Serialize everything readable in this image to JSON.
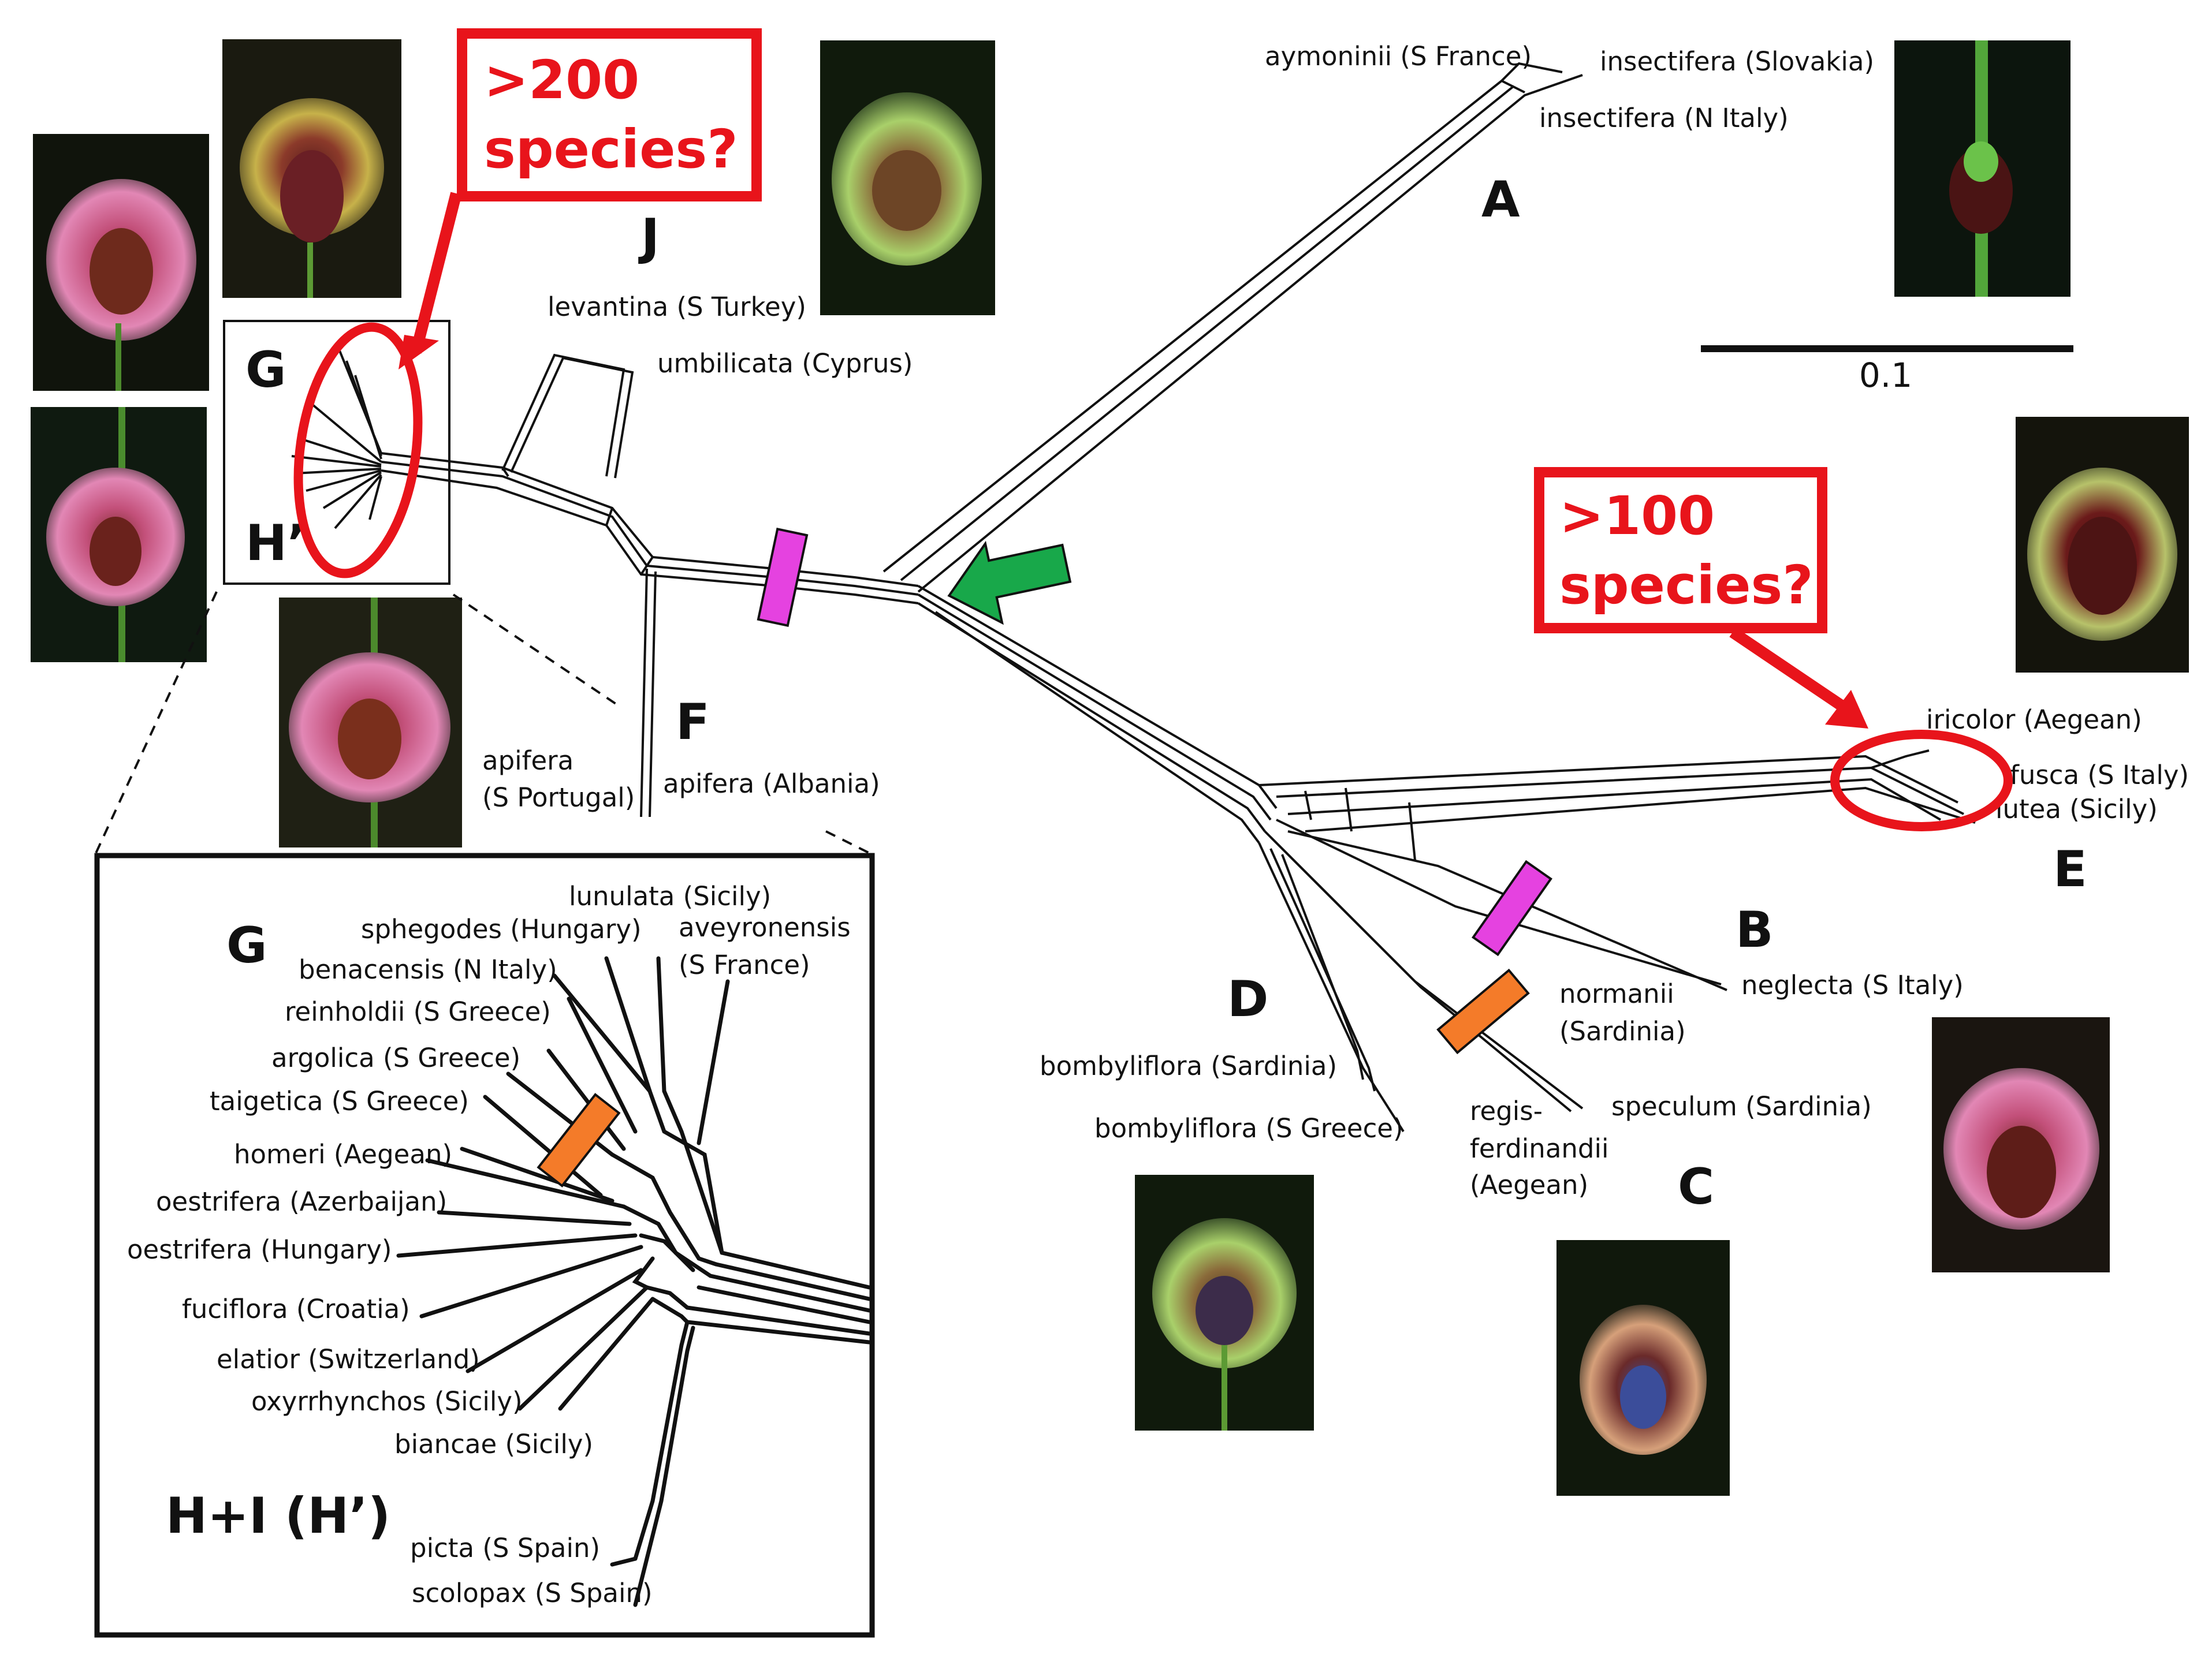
{
  "main": {
    "tips": [
      {
        "id": "aymoninii",
        "label": "aymoninii (S France)"
      },
      {
        "id": "insectifera-slovakia",
        "label": "insectifera (Slovakia)"
      },
      {
        "id": "insectifera-italy",
        "label": "insectifera (N Italy)"
      },
      {
        "id": "levantina",
        "label": "levantina (S Turkey)"
      },
      {
        "id": "umbilicata",
        "label": "umbilicata (Cyprus)"
      },
      {
        "id": "apifera-portugal-1",
        "label": "apifera"
      },
      {
        "id": "apifera-portugal-2",
        "label": "(S Portugal)"
      },
      {
        "id": "apifera-albania",
        "label": "apifera (Albania)"
      },
      {
        "id": "iricolor",
        "label": "iricolor (Aegean)"
      },
      {
        "id": "fusca",
        "label": "fusca (S Italy)"
      },
      {
        "id": "lutea",
        "label": "lutea (Sicily)"
      },
      {
        "id": "neglecta",
        "label": "neglecta (S Italy)"
      },
      {
        "id": "normanii-1",
        "label": "normanii"
      },
      {
        "id": "normanii-2",
        "label": "(Sardinia)"
      },
      {
        "id": "speculum",
        "label": "speculum (Sardinia)"
      },
      {
        "id": "regis-1",
        "label": "regis-"
      },
      {
        "id": "regis-2",
        "label": "ferdinandii"
      },
      {
        "id": "regis-3",
        "label": "(Aegean)"
      },
      {
        "id": "bomby-sardinia",
        "label": "bombyliflora (Sardinia)"
      },
      {
        "id": "bomby-greece",
        "label": "bombyliflora (S Greece)"
      }
    ],
    "clades": {
      "A": "A",
      "B": "B",
      "C": "C",
      "D": "D",
      "E": "E",
      "F": "F",
      "G": "G",
      "H": "H’",
      "J": "J"
    },
    "scale_bar_label": "0.1",
    "callout_200": {
      "line1": ">200",
      "line2": "species?"
    },
    "callout_100": {
      "line1": ">100",
      "line2": "species?"
    }
  },
  "inset": {
    "clade_g": "G",
    "clade_hi": "H+I (H’)",
    "tips": [
      {
        "id": "lunulata",
        "label": "lunulata (Sicily)"
      },
      {
        "id": "sphegodes",
        "label": "sphegodes (Hungary)"
      },
      {
        "id": "aveyronensis-1",
        "label": "aveyronensis"
      },
      {
        "id": "aveyronensis-2",
        "label": "(S France)"
      },
      {
        "id": "benacensis",
        "label": "benacensis (N Italy)"
      },
      {
        "id": "reinholdii",
        "label": "reinholdii (S Greece)"
      },
      {
        "id": "argolica",
        "label": "argolica (S Greece)"
      },
      {
        "id": "taigetica",
        "label": "taigetica (S Greece)"
      },
      {
        "id": "homeri",
        "label": "homeri (Aegean)"
      },
      {
        "id": "oestrifera-az",
        "label": "oestrifera (Azerbaijan)"
      },
      {
        "id": "oestrifera-hu",
        "label": "oestrifera (Hungary)"
      },
      {
        "id": "fuciflora",
        "label": "fuciflora (Croatia)"
      },
      {
        "id": "elatior",
        "label": "elatior (Switzerland)"
      },
      {
        "id": "oxyrrhynchos",
        "label": "oxyrrhynchos (Sicily)"
      },
      {
        "id": "biancae",
        "label": "biancae (Sicily)"
      },
      {
        "id": "picta",
        "label": "picta (S Spain)"
      },
      {
        "id": "scolopax",
        "label": "scolopax (S Spain)"
      }
    ]
  },
  "colors": {
    "callout_red": "#e8141b",
    "magenta_marker": "#e542e0",
    "orange_marker": "#f47b29",
    "green_arrow": "#18a84a",
    "branch": "#111111"
  },
  "photos": [
    {
      "name": "photo-g-pink-flower",
      "icon": "orchid-photo"
    },
    {
      "name": "photo-g-yellow-flower",
      "icon": "orchid-photo"
    },
    {
      "name": "photo-h-pink-flower",
      "icon": "orchid-photo"
    },
    {
      "name": "photo-f-apifera",
      "icon": "orchid-photo"
    },
    {
      "name": "photo-j",
      "icon": "orchid-photo"
    },
    {
      "name": "photo-a",
      "icon": "orchid-photo"
    },
    {
      "name": "photo-e",
      "icon": "orchid-photo"
    },
    {
      "name": "photo-b",
      "icon": "orchid-photo"
    },
    {
      "name": "photo-d",
      "icon": "orchid-photo"
    },
    {
      "name": "photo-c",
      "icon": "orchid-photo"
    }
  ]
}
